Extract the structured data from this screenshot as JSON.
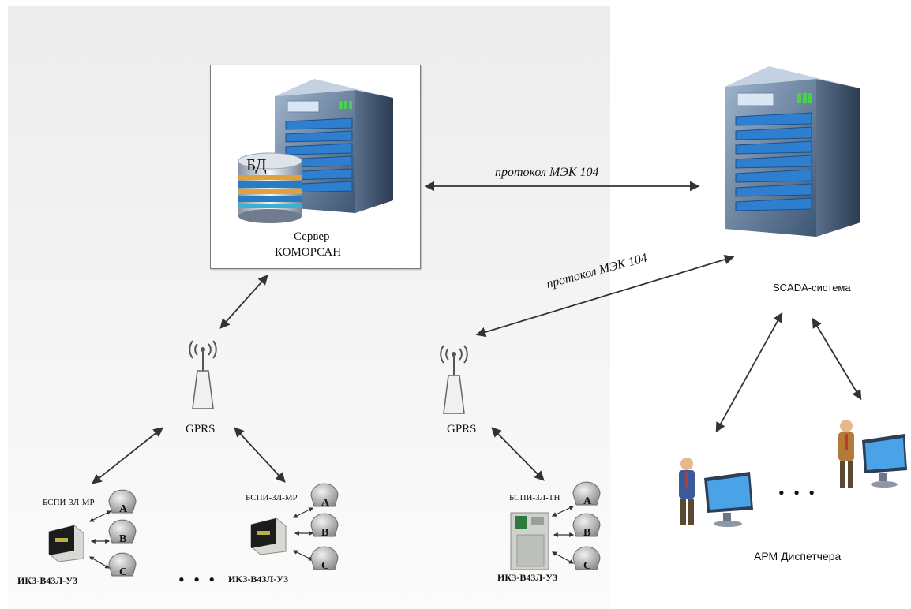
{
  "server": {
    "db_label": "БД",
    "name_line1": "Сервер",
    "name_line2": "КОМОРСАН"
  },
  "scada": {
    "label": "SCADA-система"
  },
  "protocol": {
    "top": "протокол МЭК 104",
    "diag": "протокол МЭК 104"
  },
  "gprs": {
    "left": "GPRS",
    "right": "GPRS"
  },
  "groups": [
    {
      "device": "БСПИ-3Л-МР",
      "ikz": "ИКЗ-В43Л-У3"
    },
    {
      "device": "БСПИ-3Л-МР",
      "ikz": "ИКЗ-В43Л-У3"
    },
    {
      "device": "БСПИ-3Л-ТН",
      "ikz": "ИКЗ-В43Л-У3"
    }
  ],
  "phases": [
    "A",
    "B",
    "C"
  ],
  "ellipsis": "• • •",
  "arm": {
    "label": "АРМ Диспетчера"
  }
}
